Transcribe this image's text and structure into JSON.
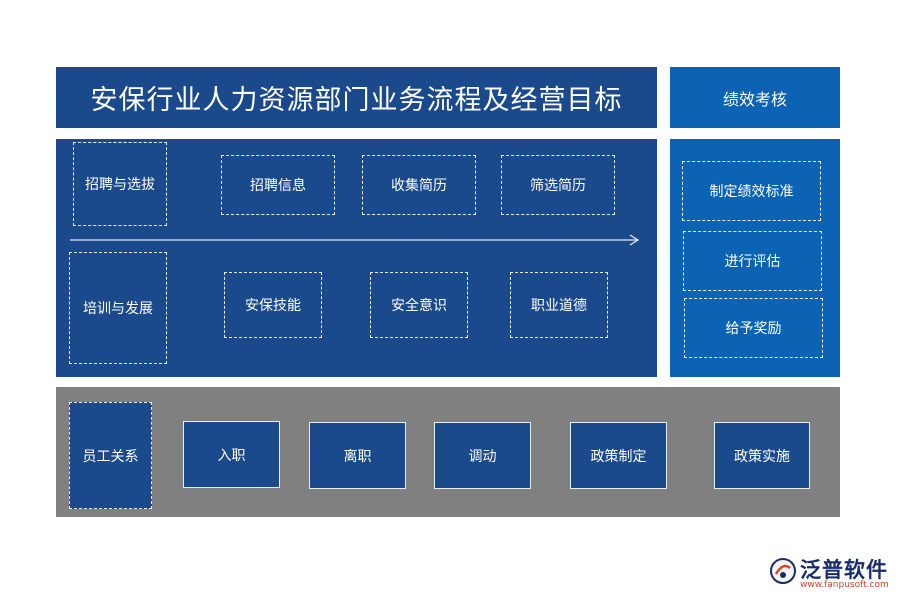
{
  "title": "安保行业人力资源部门业务流程及经营目标",
  "performance": {
    "header": "绩效考核",
    "items": [
      "制定绩效标准",
      "进行评估",
      "给予奖励"
    ]
  },
  "recruitment": {
    "label": "招聘与选拔",
    "steps": [
      "招聘信息",
      "收集简历",
      "筛选简历"
    ]
  },
  "training": {
    "label": "培训与发展",
    "steps": [
      "安保技能",
      "安全意识",
      "职业道德"
    ]
  },
  "relations": {
    "label": "员工关系",
    "steps": [
      "入职",
      "离职",
      "调动",
      "政策制定",
      "政策实施"
    ]
  },
  "logo": {
    "name": "泛普软件",
    "url": "www.fanpusoft.com"
  },
  "colors": {
    "navy": "#1b4a8c",
    "blue": "#0c63b3",
    "gray": "#808080"
  }
}
